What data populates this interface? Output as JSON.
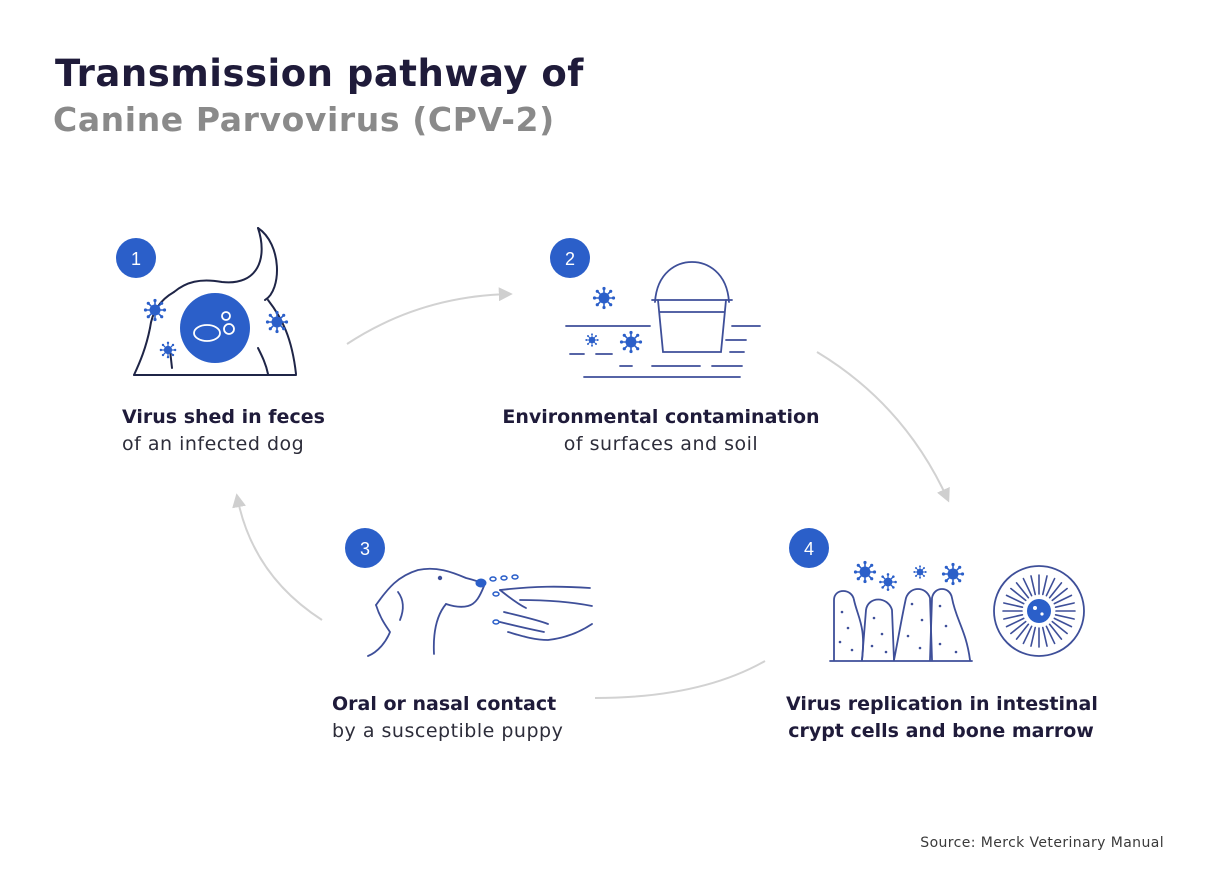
{
  "title": "Transmission pathway of",
  "subtitle": "Canine Parvovirus (CPV-2)",
  "colors": {
    "accent": "#2b5fc9",
    "title": "#1f1b3a",
    "subtitle": "#8a8a8a",
    "arrow": "#cfcfcf",
    "line": "#3e4f99"
  },
  "steps": [
    {
      "number": "1",
      "main": "Virus shed in feces",
      "sub": "of an infected dog",
      "icon": "infected-dog-feces-icon"
    },
    {
      "number": "2",
      "main": "Environmental contamination",
      "sub": "of surfaces and soil",
      "icon": "bucket-contamination-icon"
    },
    {
      "number": "3",
      "main": "Oral or nasal contact",
      "sub": "by a susceptible puppy",
      "icon": "puppy-sniffing-hand-icon"
    },
    {
      "number": "4",
      "main": "Virus replication in intestinal",
      "sub": "crypt cells and bone marrow",
      "icon": "intestinal-crypt-cells-icon"
    }
  ],
  "source": "Source: Merck Veterinary Manual"
}
